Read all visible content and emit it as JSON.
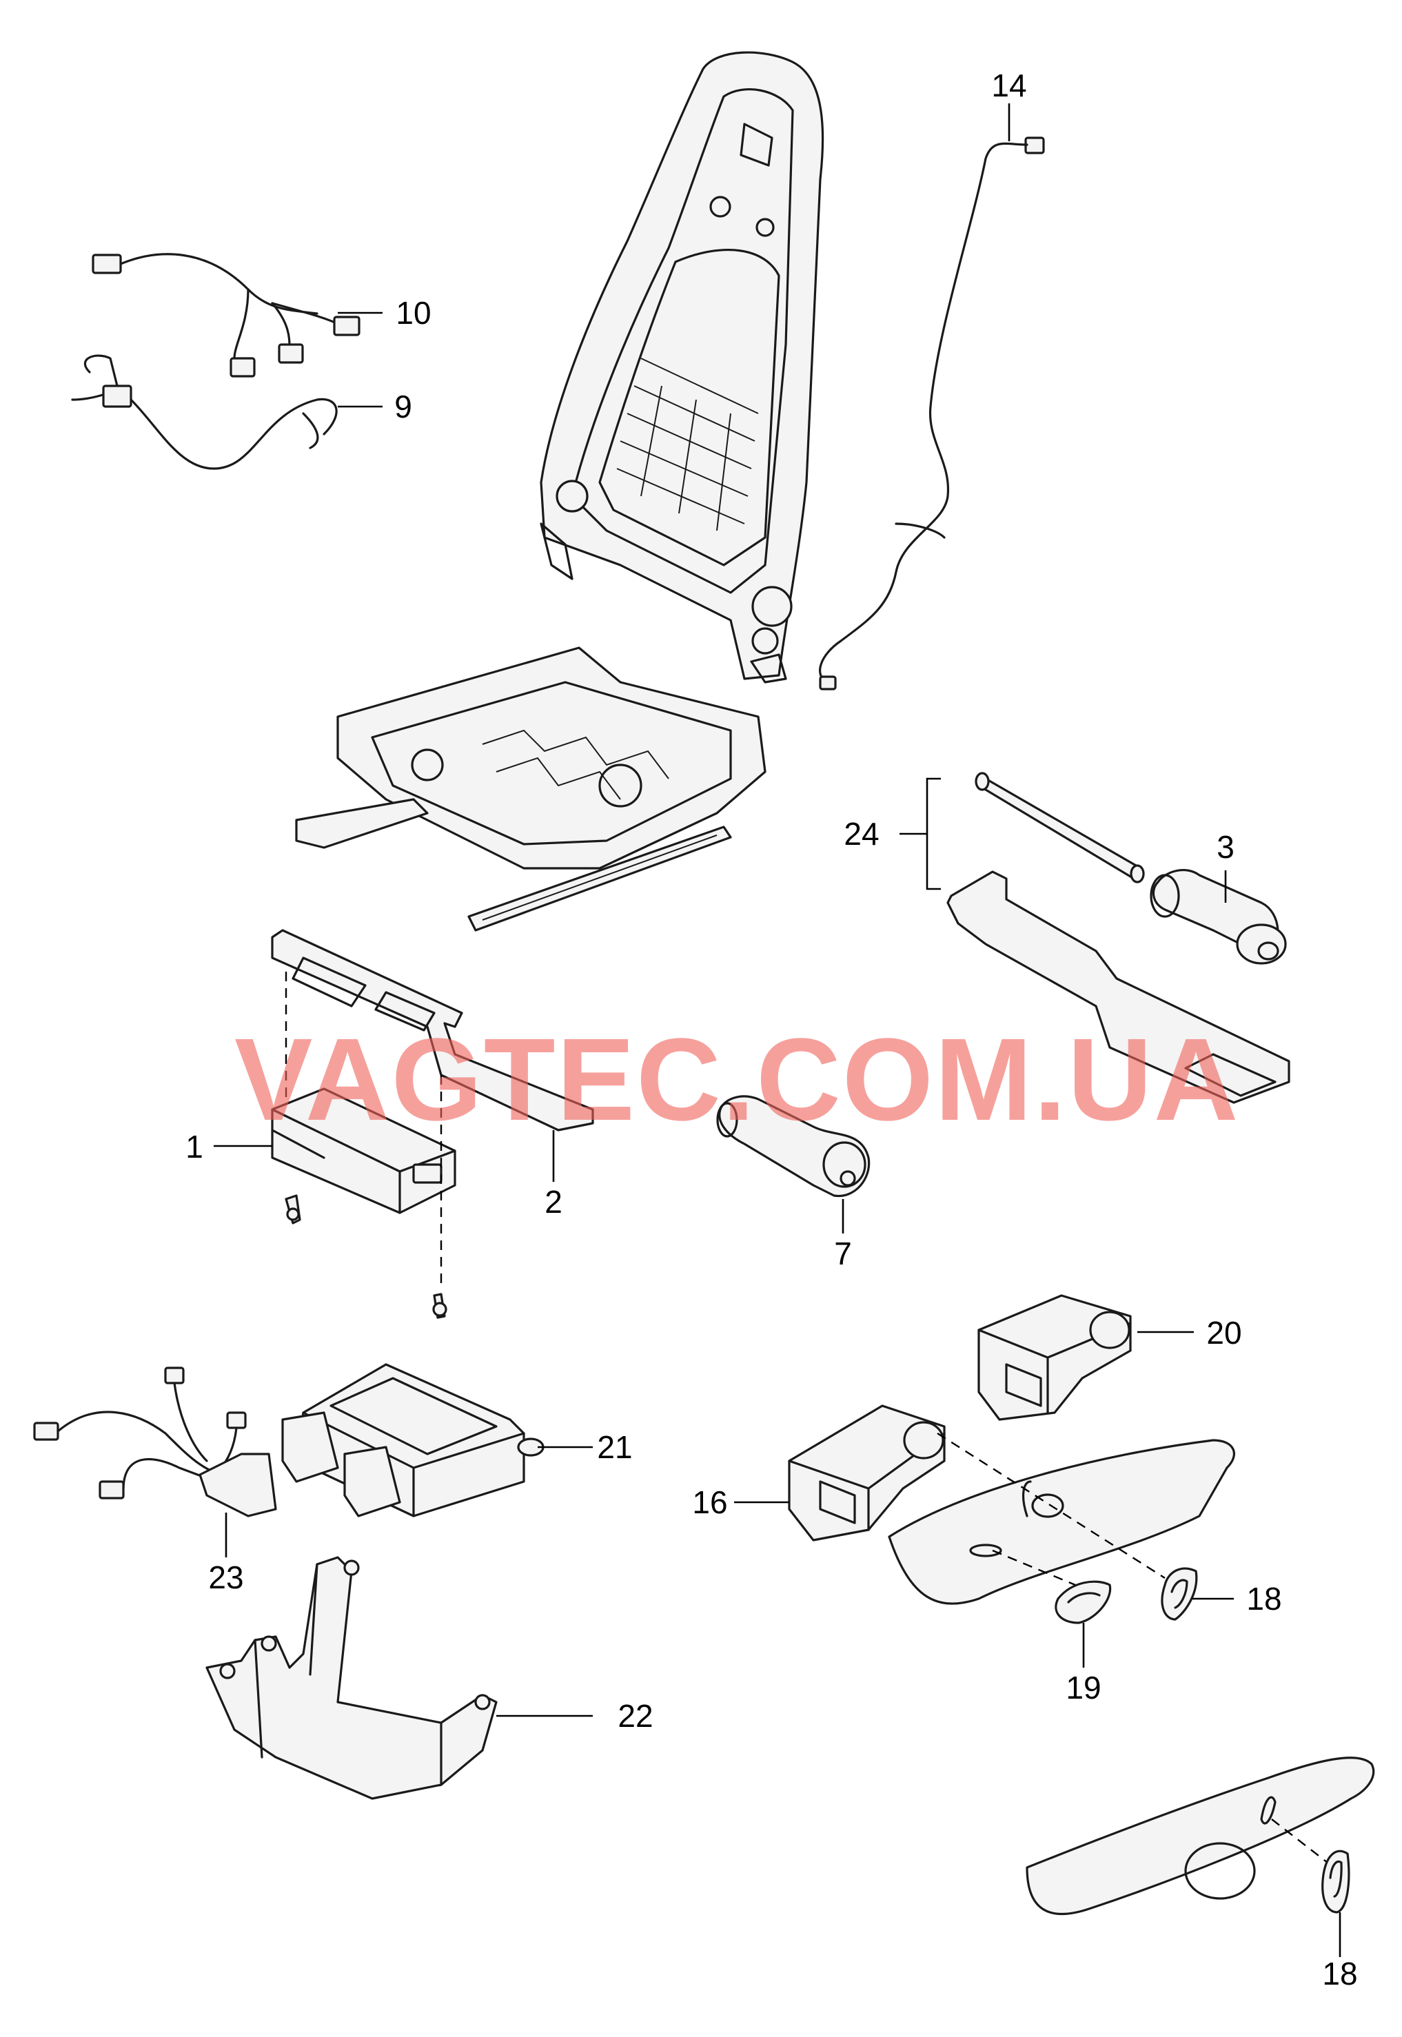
{
  "watermark": "VAGTEC.COM.UA",
  "callouts": {
    "c1": "1",
    "c2": "2",
    "c3": "3",
    "c7": "7",
    "c9": "9",
    "c10": "10",
    "c14": "14",
    "c16": "16",
    "c18a": "18",
    "c18b": "18",
    "c19": "19",
    "c20": "20",
    "c21": "21",
    "c22": "22",
    "c23": "23",
    "c24": "24"
  }
}
